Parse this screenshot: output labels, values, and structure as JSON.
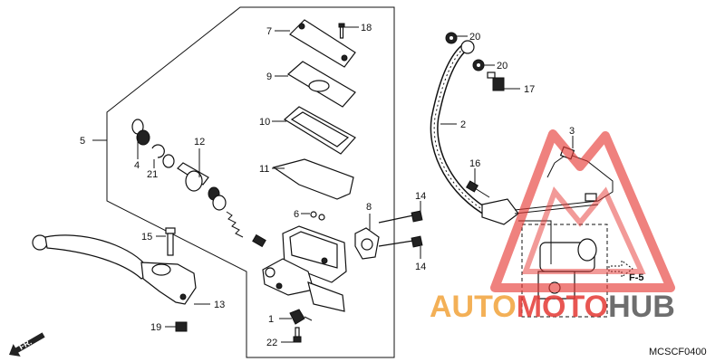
{
  "diagram": {
    "callouts": [
      {
        "id": "c1",
        "num": "1"
      },
      {
        "id": "c2",
        "num": "2"
      },
      {
        "id": "c3",
        "num": "3"
      },
      {
        "id": "c4",
        "num": "4"
      },
      {
        "id": "c5",
        "num": "5"
      },
      {
        "id": "c6",
        "num": "6"
      },
      {
        "id": "c7",
        "num": "7"
      },
      {
        "id": "c8",
        "num": "8"
      },
      {
        "id": "c9",
        "num": "9"
      },
      {
        "id": "c10",
        "num": "10"
      },
      {
        "id": "c11",
        "num": "11"
      },
      {
        "id": "c12",
        "num": "12"
      },
      {
        "id": "c13",
        "num": "13"
      },
      {
        "id": "c14a",
        "num": "14"
      },
      {
        "id": "c14b",
        "num": "14"
      },
      {
        "id": "c15",
        "num": "15"
      },
      {
        "id": "c16",
        "num": "16"
      },
      {
        "id": "c17",
        "num": "17"
      },
      {
        "id": "c18",
        "num": "18"
      },
      {
        "id": "c19",
        "num": "19"
      },
      {
        "id": "c20a",
        "num": "20"
      },
      {
        "id": "c20b",
        "num": "20"
      },
      {
        "id": "c21",
        "num": "21"
      },
      {
        "id": "c22",
        "num": "22"
      }
    ],
    "front_arrow": "FR.",
    "ref_arrow": "F-5",
    "catalog_code": "MCSCF0400"
  },
  "watermark": {
    "left": "AUTO",
    "middle": "MOTO",
    "right": "HUB",
    "color_orange": "#f2a33a",
    "color_red": "#e53935",
    "color_grey": "#555555"
  }
}
